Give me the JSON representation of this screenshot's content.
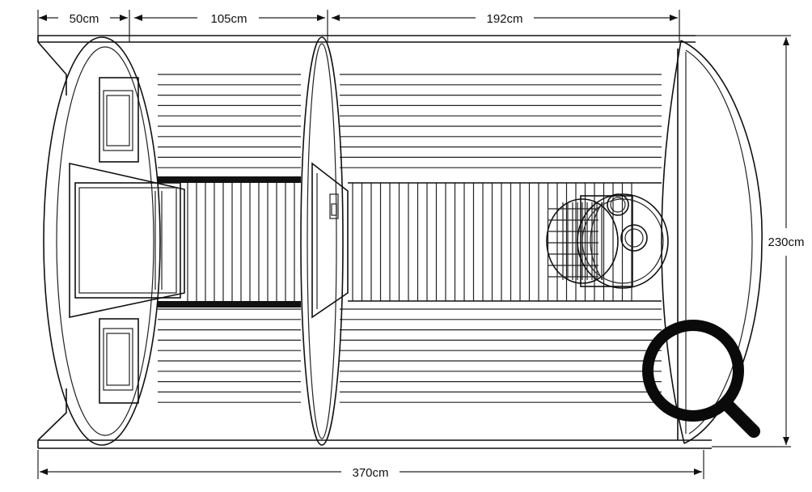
{
  "dimensions": {
    "top_left": "50cm",
    "top_middle": "105cm",
    "top_right": "192cm",
    "right_height": "230cm",
    "bottom_total": "370cm"
  },
  "icons": {
    "zoom": "magnifier-icon"
  },
  "colors": {
    "line": "#111111",
    "background": "#ffffff"
  }
}
